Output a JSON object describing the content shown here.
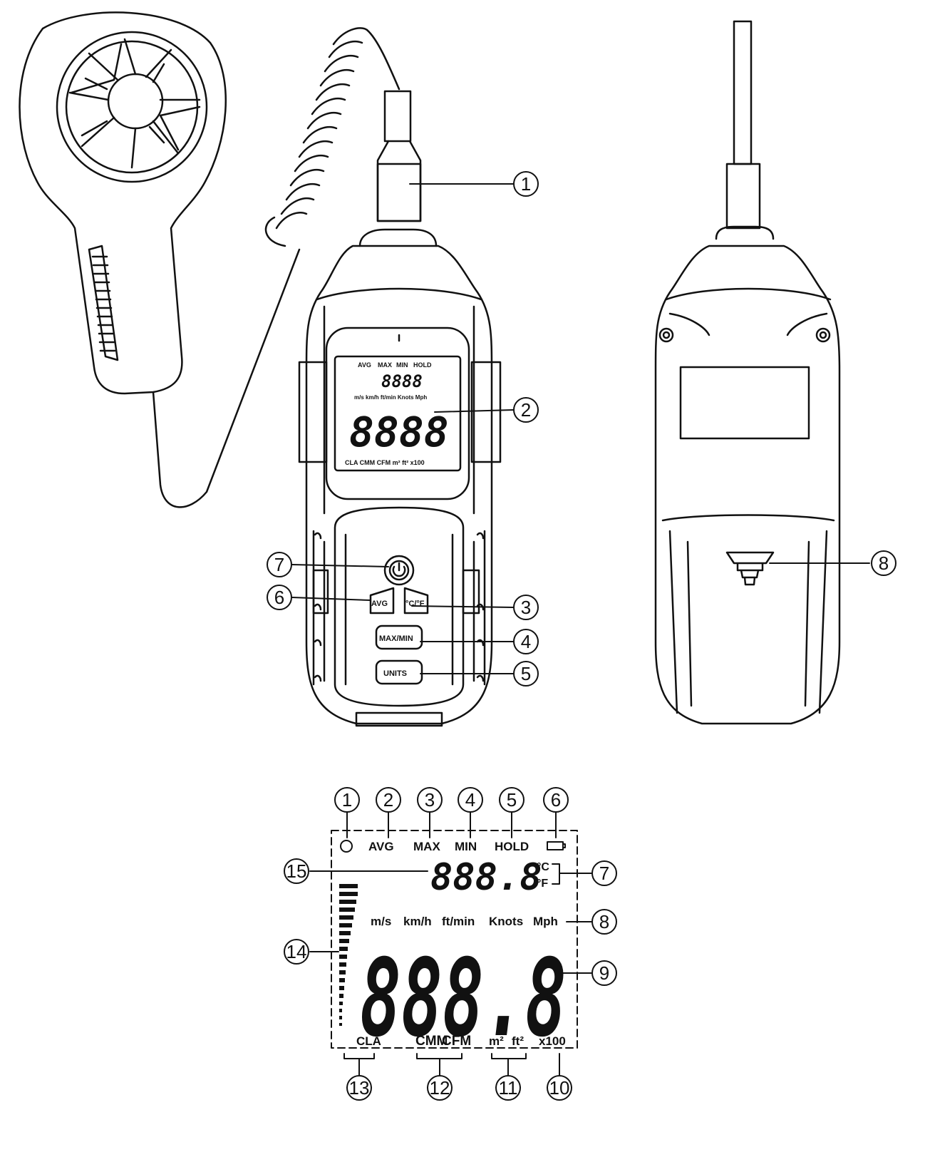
{
  "device": {
    "lcd_small": {
      "top_row": [
        "AVG",
        "MAX",
        "MIN",
        "HOLD"
      ],
      "units_row": "m/s km/h ft/min Knots Mph",
      "bottom_row": "CLA CMM CFM m² ft² x100",
      "digits_small": "8888",
      "digits_main": "8888"
    },
    "buttons": {
      "avg": "AVG",
      "temp": "°C/°F",
      "maxmin": "MAX/MIN",
      "units": "UNITS"
    }
  },
  "callouts_device": [
    "1",
    "2",
    "3",
    "4",
    "5",
    "6",
    "7",
    "8"
  ],
  "lcd_detail": {
    "callouts_top": [
      "1",
      "2",
      "3",
      "4",
      "5",
      "6"
    ],
    "callouts_right": [
      "7",
      "8",
      "9"
    ],
    "callouts_left": [
      "15",
      "14"
    ],
    "callouts_bottom": [
      "13",
      "12",
      "11",
      "10"
    ],
    "labels": {
      "avg": "AVG",
      "max": "MAX",
      "min": "MIN",
      "hold": "HOLD",
      "celsius": "°C",
      "fahrenheit": "°F",
      "units_ms": "m/s",
      "units_kmh": "km/h",
      "units_ftmin": "ft/min",
      "units_knots": "Knots",
      "units_mph": "Mph",
      "cla": "CLA",
      "cmm": "CMM",
      "cfm": "CFM",
      "m2": "m²",
      "ft2": "ft²",
      "x100": "x100"
    },
    "digits_small": "888.8",
    "digits_main": "888.8"
  }
}
